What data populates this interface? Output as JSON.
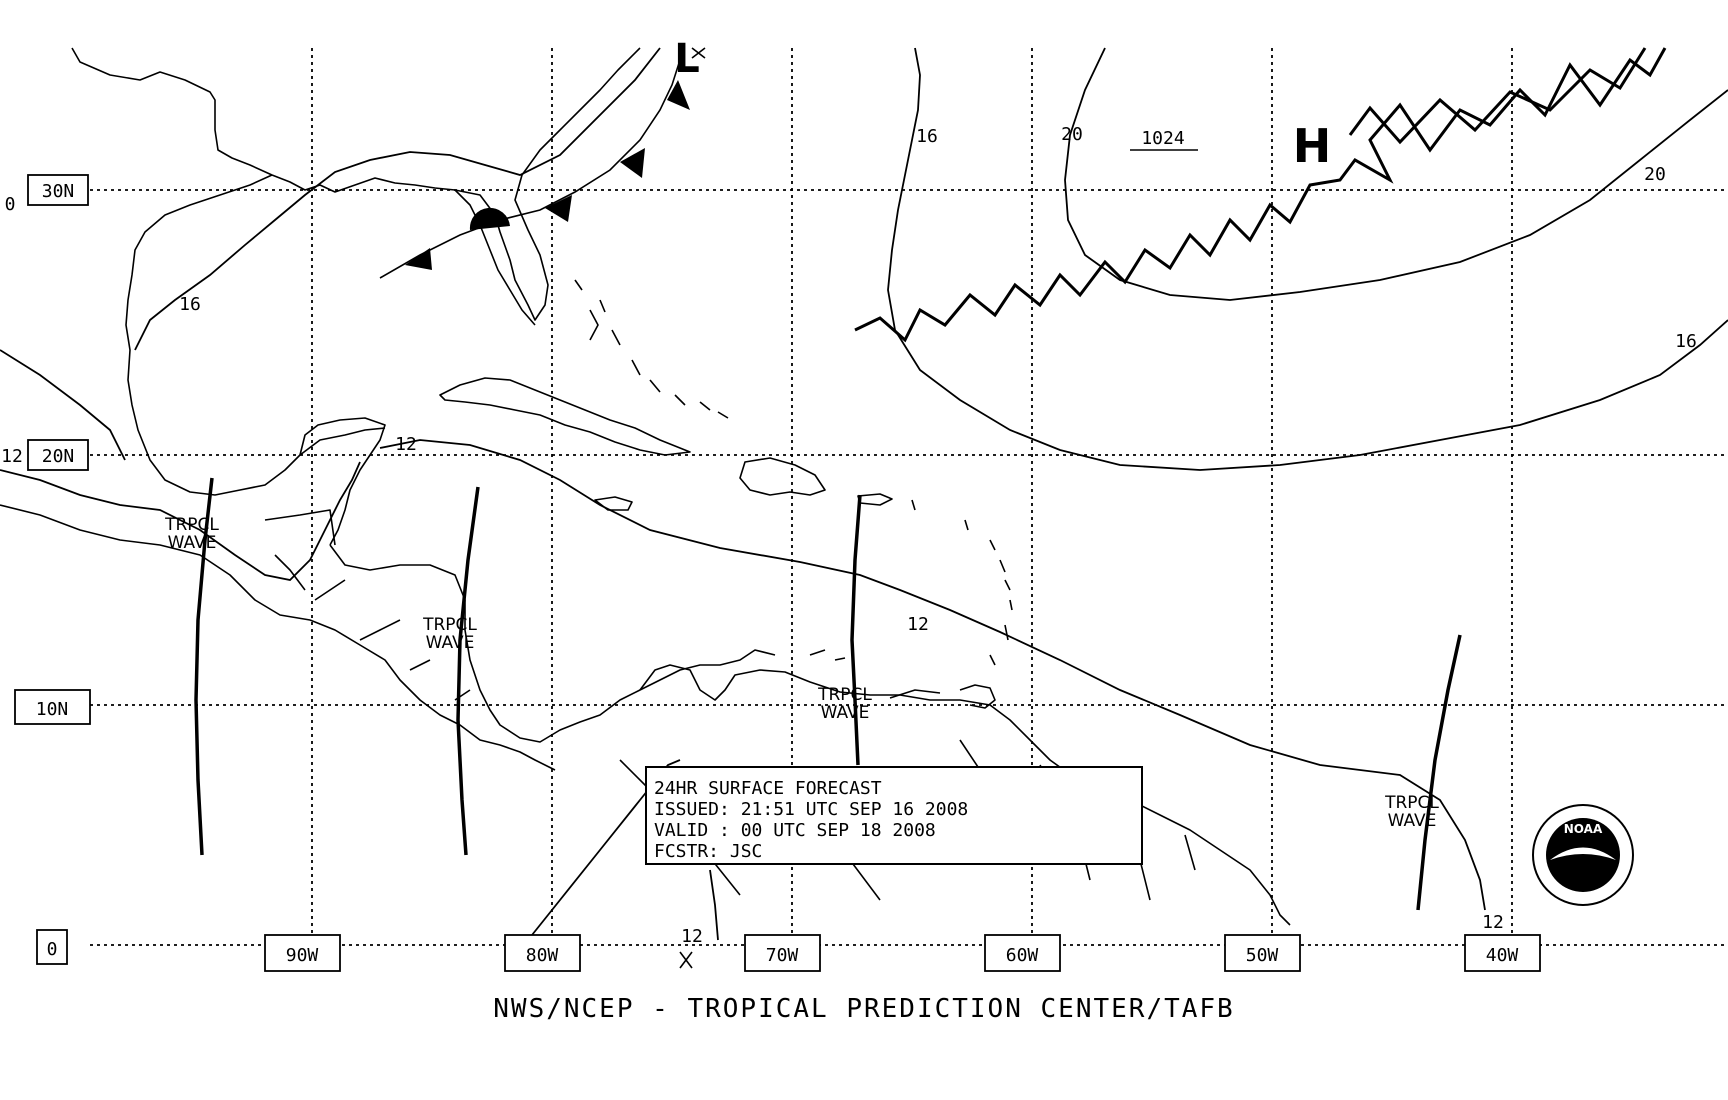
{
  "chart": {
    "footer": "NWS/NCEP - TROPICAL PREDICTION CENTER/TAFB",
    "forecast_box": {
      "line1": "24HR SURFACE FORECAST",
      "line2": "ISSUED: 21:51 UTC SEP 16 2008",
      "line3": "VALID : 00 UTC SEP 18 2008",
      "line4": "FCSTR: JSC"
    },
    "lat_labels": [
      "30N",
      "20N",
      "10N",
      "0"
    ],
    "lon_labels": [
      "90W",
      "80W",
      "70W",
      "60W",
      "50W",
      "40W"
    ],
    "edge_labels": {
      "left_30": "0",
      "left_20": "12"
    },
    "pressure_centers": {
      "high": "H",
      "low": "L",
      "high_value": "1024"
    },
    "isobar_labels": {
      "i16a": "16",
      "i16b": "16",
      "i16c": "16",
      "i20a": "20",
      "i20b": "20",
      "i12a": "12",
      "i12b": "12",
      "i12c": "12",
      "i12d": "12"
    },
    "tropical_waves": [
      {
        "line1": "TRPCL",
        "line2": "WAVE"
      },
      {
        "line1": "TRPCL",
        "line2": "WAVE"
      },
      {
        "line1": "TRPCL",
        "line2": "WAVE"
      },
      {
        "line1": "TRPCL",
        "line2": "WAVE"
      }
    ],
    "logo_text": "NOAA"
  }
}
